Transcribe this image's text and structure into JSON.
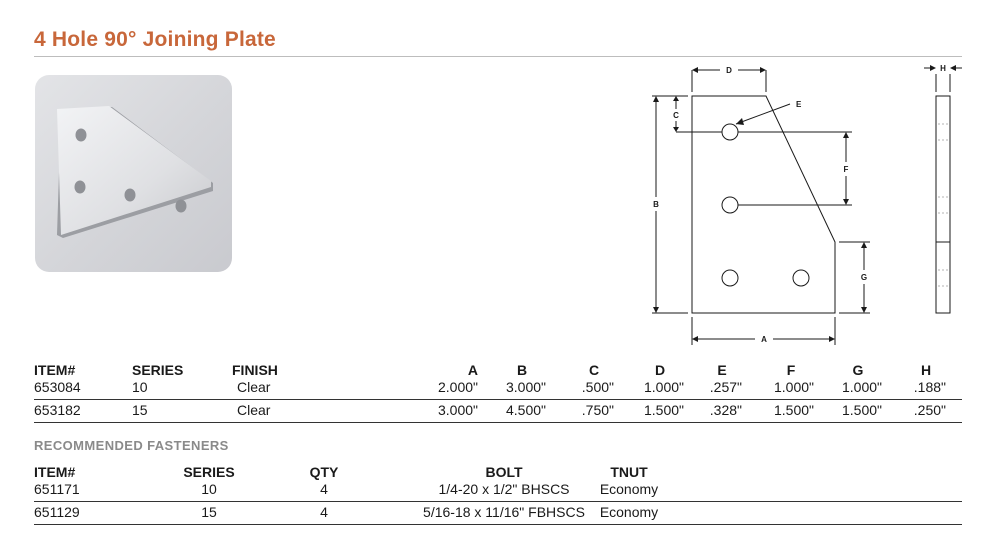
{
  "title": "4 Hole 90° Joining Plate",
  "diagram_labels": {
    "a": "A",
    "b": "B",
    "c": "C",
    "d": "D",
    "e": "E",
    "f": "F",
    "g": "G",
    "h": "H"
  },
  "specs": {
    "headers": {
      "item": "ITEM#",
      "series": "SERIES",
      "finish": "FINISH",
      "a": "A",
      "b": "B",
      "c": "C",
      "d": "D",
      "e": "E",
      "f": "F",
      "g": "G",
      "h": "H"
    },
    "rows": [
      {
        "item": "653084",
        "series": "10",
        "finish": "Clear",
        "a": "2.000\"",
        "b": "3.000\"",
        "c": ".500\"",
        "d": "1.000\"",
        "e": ".257\"",
        "f": "1.000\"",
        "g": "1.000\"",
        "h": ".188\""
      },
      {
        "item": "653182",
        "series": "15",
        "finish": "Clear",
        "a": "3.000\"",
        "b": "4.500\"",
        "c": ".750\"",
        "d": "1.500\"",
        "e": ".328\"",
        "f": "1.500\"",
        "g": "1.500\"",
        "h": ".250\""
      }
    ]
  },
  "fasteners": {
    "title": "RECOMMENDED FASTENERS",
    "headers": {
      "item": "ITEM#",
      "series": "SERIES",
      "qty": "QTY",
      "bolt": "BOLT",
      "tnut": "TNUT"
    },
    "rows": [
      {
        "item": "651171",
        "series": "10",
        "qty": "4",
        "bolt": "1/4-20 x 1/2\" BHSCS",
        "tnut": "Economy"
      },
      {
        "item": "651129",
        "series": "15",
        "qty": "4",
        "bolt": "5/16-18 x 11/16\" FBHSCS",
        "tnut": "Economy"
      }
    ]
  }
}
